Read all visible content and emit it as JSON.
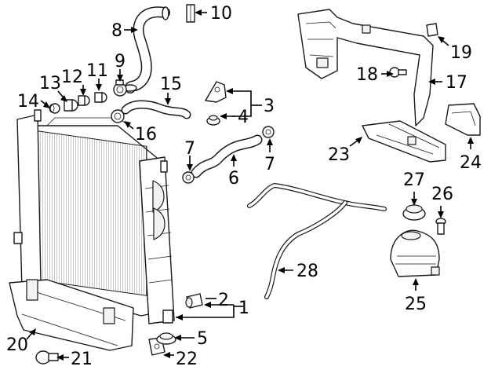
{
  "callouts": {
    "c1": "1",
    "c2": "2",
    "c3": "3",
    "c4": "4",
    "c5": "5",
    "c6": "6",
    "c7a": "7",
    "c7b": "7",
    "c8": "8",
    "c9": "9",
    "c10": "10",
    "c11": "11",
    "c12": "12",
    "c13": "13",
    "c14": "14",
    "c15": "15",
    "c16": "16",
    "c17": "17",
    "c18": "18",
    "c19": "19",
    "c20": "20",
    "c21": "21",
    "c22": "22",
    "c23": "23",
    "c24": "24",
    "c25": "25",
    "c26": "26",
    "c27": "27",
    "c28": "28"
  }
}
